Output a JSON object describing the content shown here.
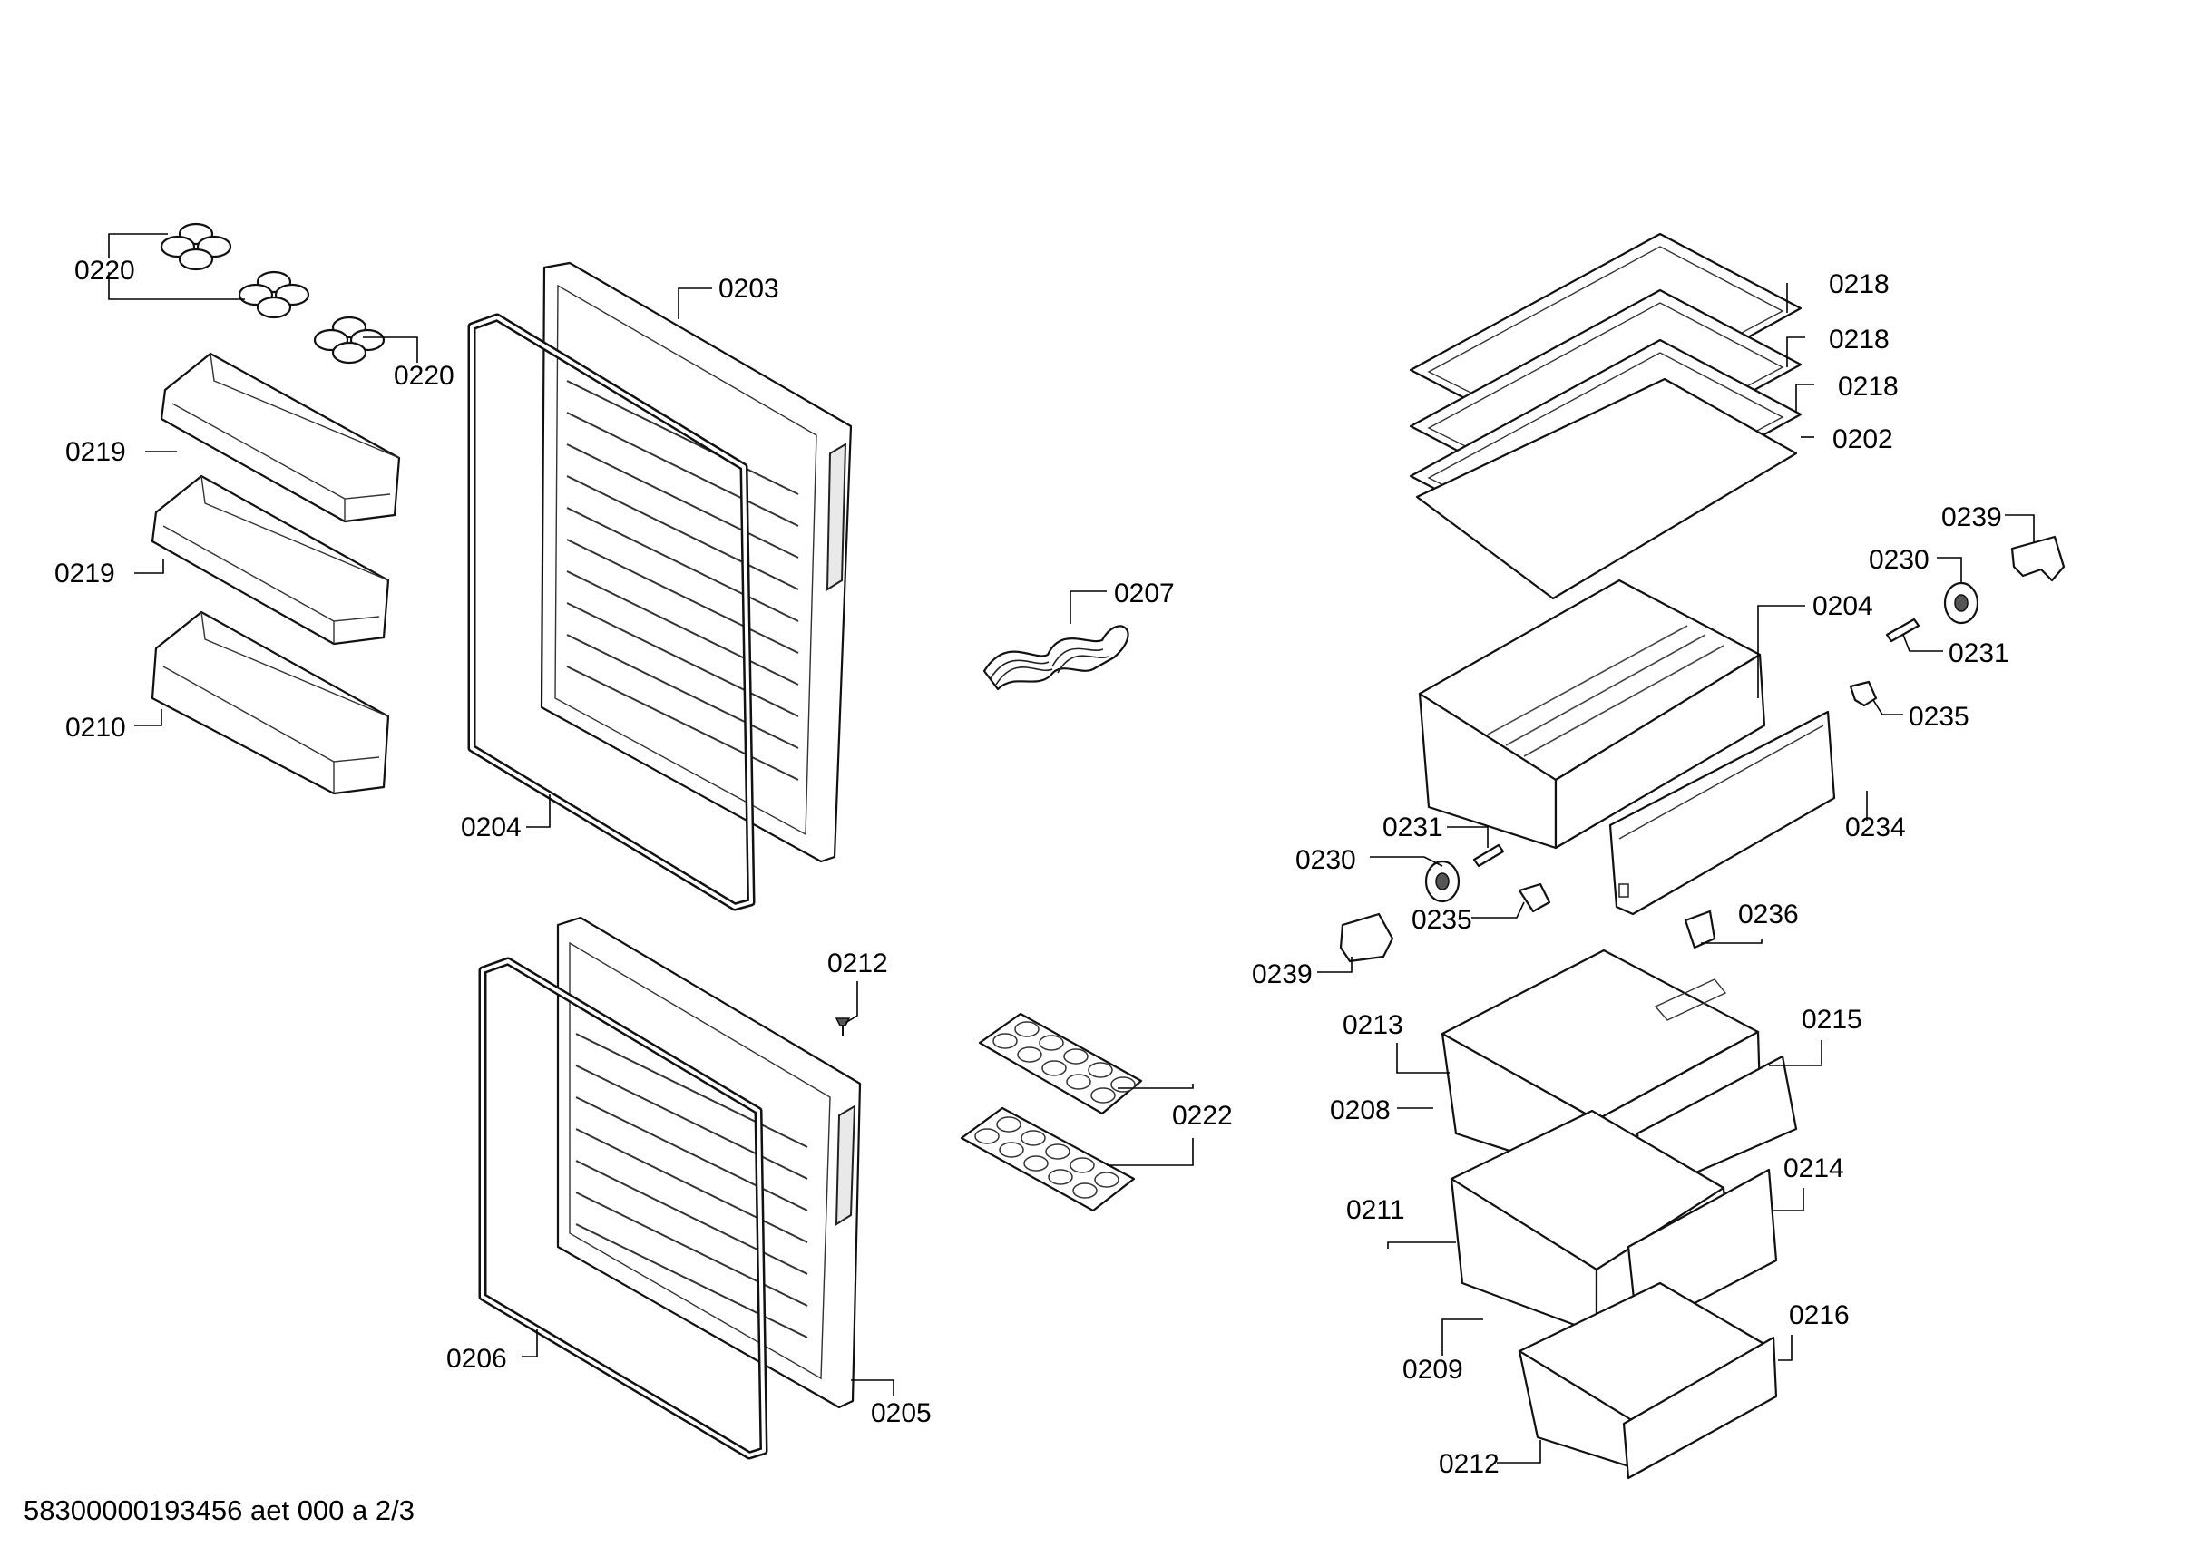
{
  "diagram_title": "",
  "callouts": [
    {
      "id": "c1",
      "label": "0220"
    },
    {
      "id": "c2",
      "label": "0220"
    },
    {
      "id": "c3",
      "label": "0219"
    },
    {
      "id": "c4",
      "label": "0219"
    },
    {
      "id": "c5",
      "label": "0210"
    },
    {
      "id": "c6",
      "label": "0203"
    },
    {
      "id": "c7",
      "label": "0204"
    },
    {
      "id": "c8",
      "label": "0207"
    },
    {
      "id": "c9",
      "label": "0212"
    },
    {
      "id": "c10",
      "label": "0222"
    },
    {
      "id": "c11",
      "label": "0206"
    },
    {
      "id": "c12",
      "label": "0205"
    },
    {
      "id": "c13",
      "label": "0218"
    },
    {
      "id": "c14",
      "label": "0218"
    },
    {
      "id": "c15",
      "label": "0218"
    },
    {
      "id": "c16",
      "label": "0202"
    },
    {
      "id": "c17",
      "label": "0239"
    },
    {
      "id": "c18",
      "label": "0230"
    },
    {
      "id": "c19",
      "label": "0204"
    },
    {
      "id": "c20",
      "label": "0231"
    },
    {
      "id": "c21",
      "label": "0235"
    },
    {
      "id": "c22",
      "label": "0234"
    },
    {
      "id": "c23",
      "label": "0231"
    },
    {
      "id": "c24",
      "label": "0230"
    },
    {
      "id": "c25",
      "label": "0235"
    },
    {
      "id": "c26",
      "label": "0236"
    },
    {
      "id": "c27",
      "label": "0239"
    },
    {
      "id": "c28",
      "label": "0213"
    },
    {
      "id": "c29",
      "label": "0215"
    },
    {
      "id": "c30",
      "label": "0208"
    },
    {
      "id": "c31",
      "label": "0214"
    },
    {
      "id": "c32",
      "label": "0211"
    },
    {
      "id": "c33",
      "label": "0216"
    },
    {
      "id": "c34",
      "label": "0209"
    },
    {
      "id": "c35",
      "label": "0212"
    }
  ],
  "footer": {
    "document_code": "58300000193456 aet 000 a 2/3"
  }
}
